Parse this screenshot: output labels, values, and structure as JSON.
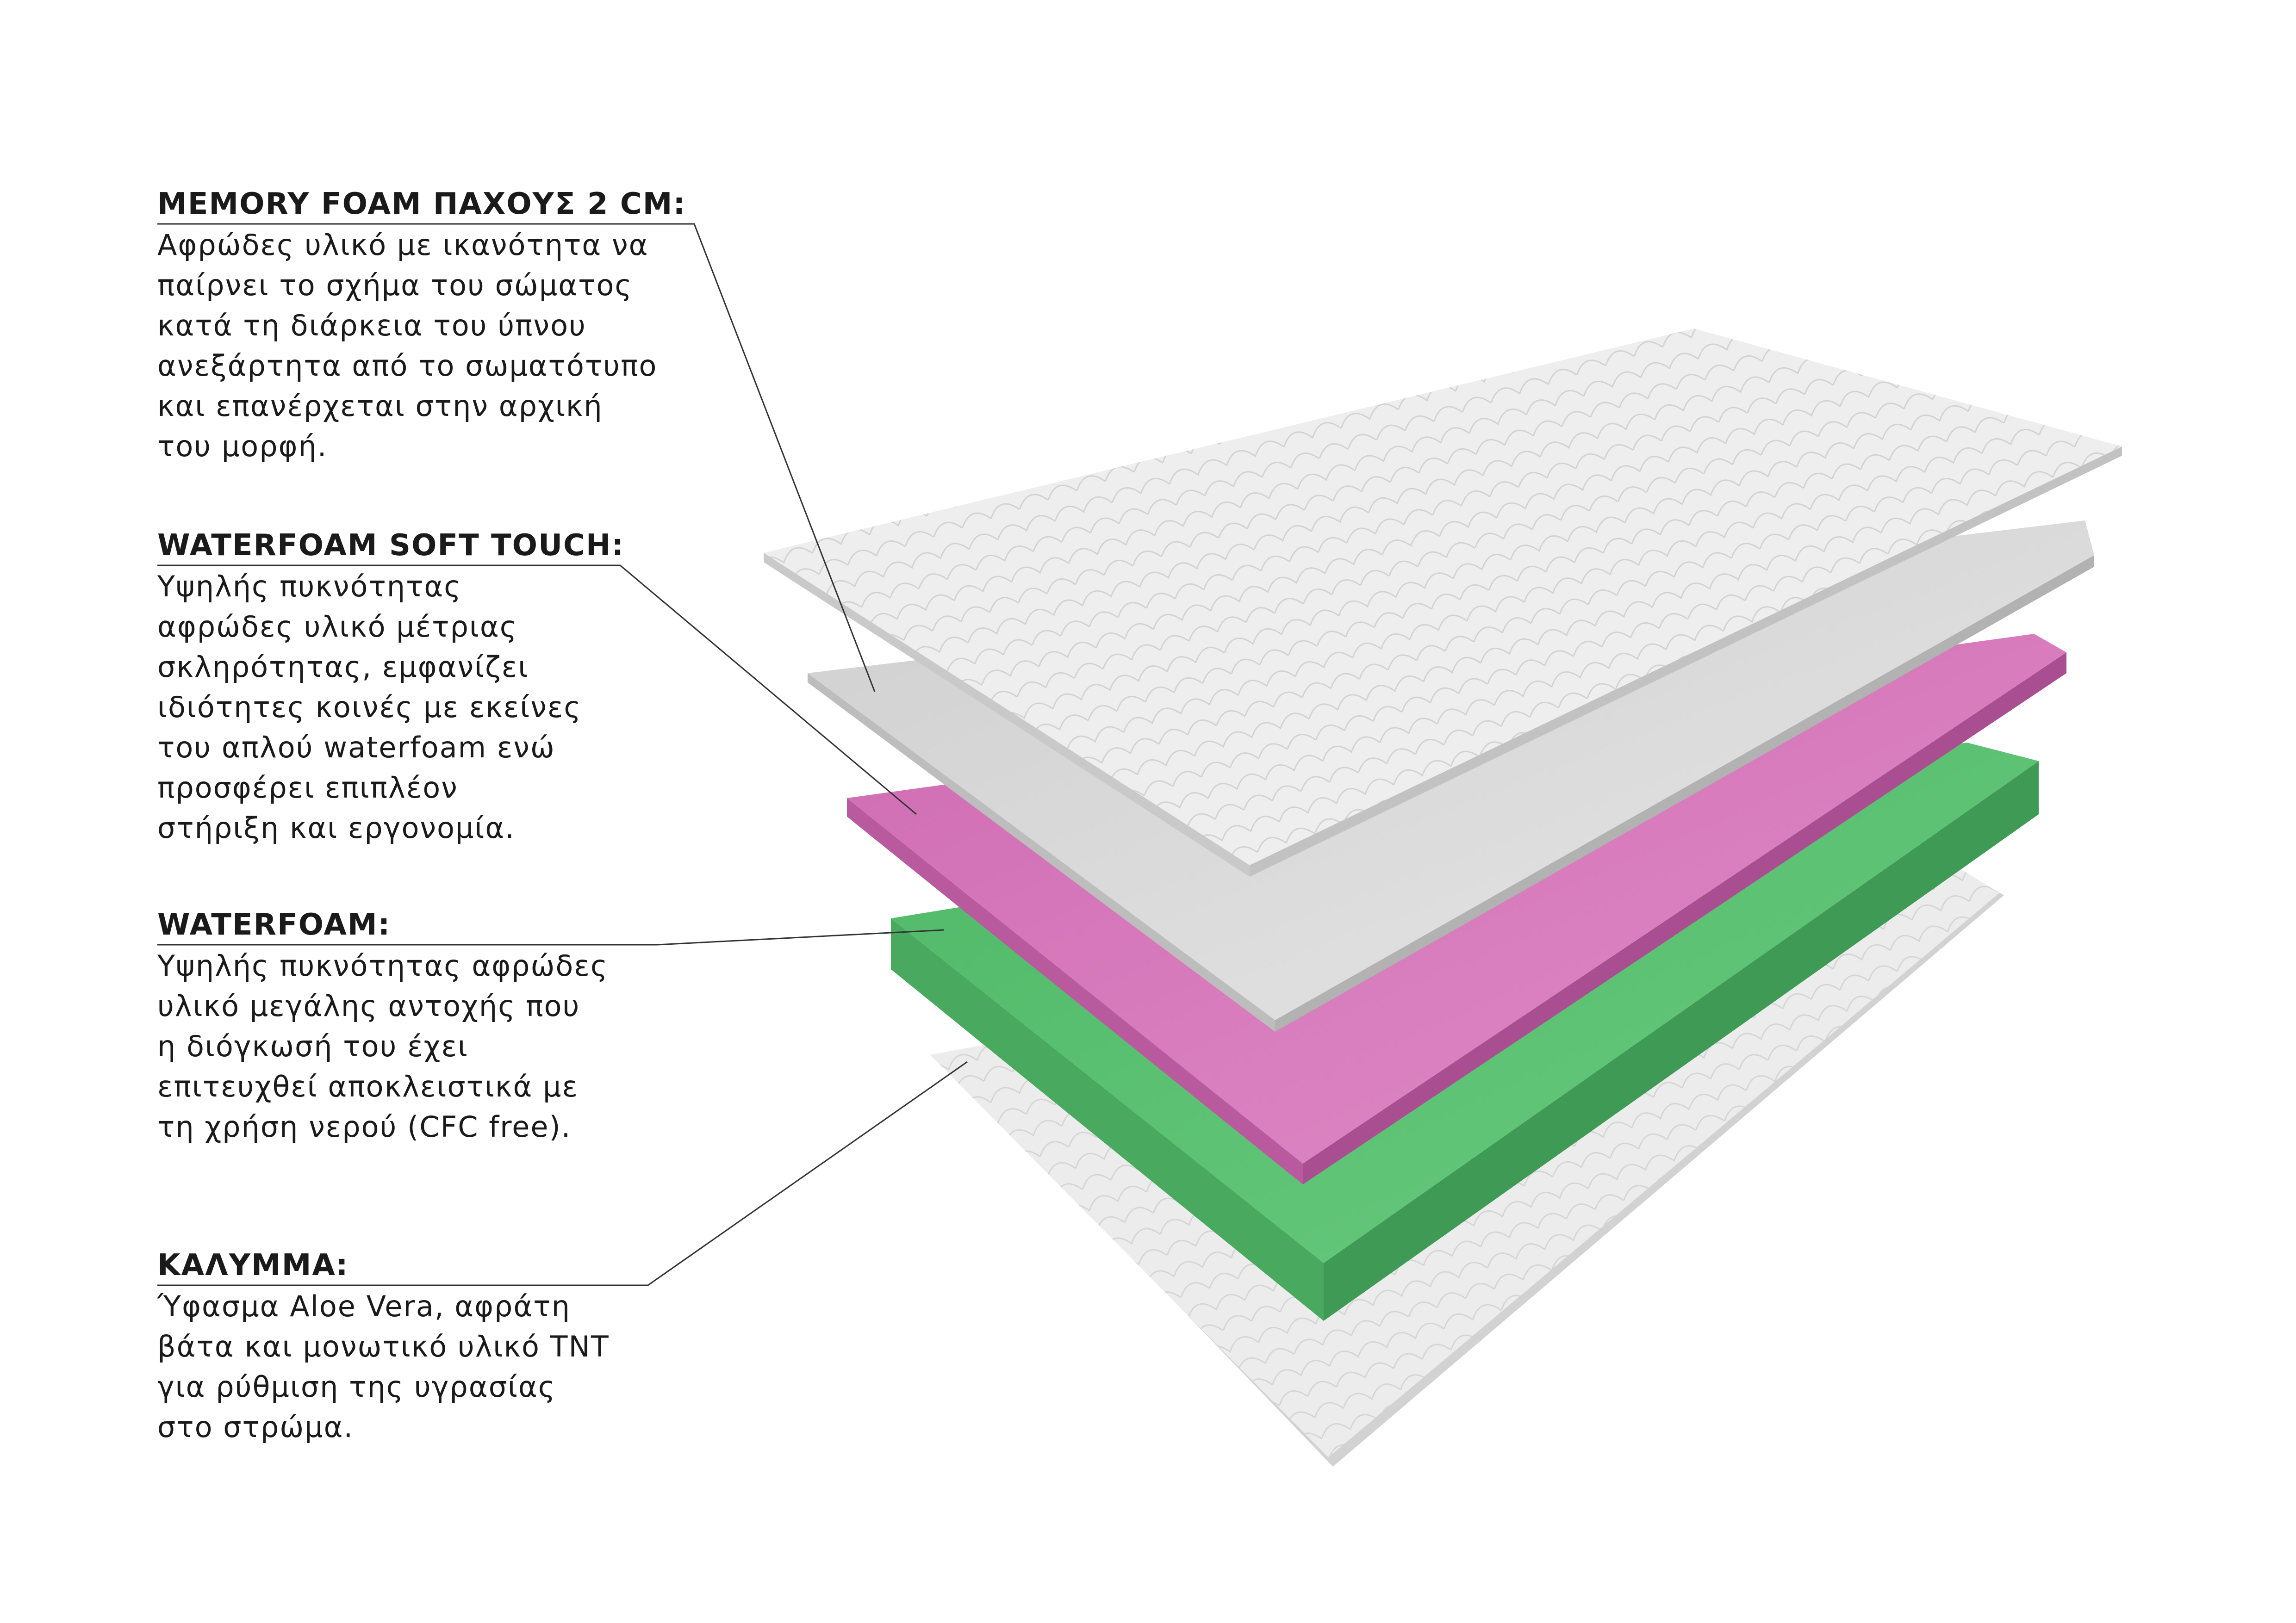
{
  "layers": [
    {
      "title": "MEMORY FOAM ΠΑΧΟΥΣ 2 CM:",
      "text": "Αφρώδες υλικό με ικανότητα να\nπαίρνει το σχήμα του σώματος\nκατά τη διάρκεια του ύπνου\nανεξάρτητα από το σωματότυπο\nκαι επανέρχεται στην αρχική\nτου μορφή."
    },
    {
      "title": "WATERFOAM SOFT TOUCH:",
      "text": "Υψηλής πυκνότητας\nαφρώδες υλικό μέτριας\nσκληρότητας, εμφανίζει\nιδιότητες κοινές με εκείνες\nτου απλού waterfoam ενώ\nπροσφέρει επιπλέον\nστήριξη και εργονομία."
    },
    {
      "title": "WATERFOAM:",
      "text": "Υψηλής πυκνότητας αφρώδες\nυλικό μεγάλης αντοχής που\nη διόγκωσή  του έχει\nεπιτευχθεί αποκλειστικά με\nτη χρήση νερού (CFC free)."
    },
    {
      "title": "ΚΑΛΥΜΜΑ:",
      "text": "Ύφασμα Aloe Vera, αφράτη\nβάτα και μονωτικό υλικό TNT\nγια ρύθμιση της υγρασίας\nστο στρώμα."
    }
  ],
  "colors": {
    "cover": "#ececec",
    "memory_foam": "#d8d8d8",
    "soft_touch": "#d77fbf",
    "waterfoam": "#5fc277",
    "leader_line": "#333333"
  }
}
